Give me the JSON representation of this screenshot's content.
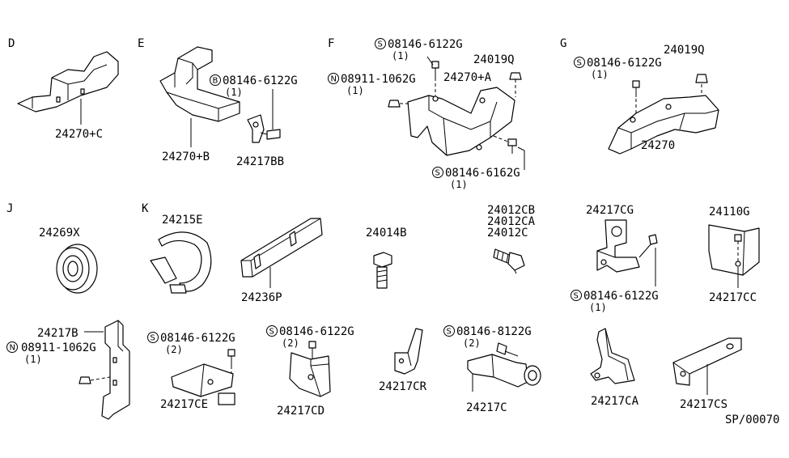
{
  "sections": {
    "D": "D",
    "E": "E",
    "F": "F",
    "G": "G",
    "J": "J",
    "K": "K"
  },
  "parts": {
    "p24270c": "24270+C",
    "p24270b": "24270+B",
    "p24217bb": "24217BB",
    "p24270a": "24270+A",
    "p24019q_f": "24019Q",
    "p24019q_g": "24019Q",
    "p24270": "24270",
    "p24269x": "24269X",
    "p24215e": "24215E",
    "p24236p": "24236P",
    "p24014b": "24014B",
    "p24012cb": "24012CB",
    "p24012ca": "24012CA",
    "p24012c": "24012C",
    "p24217cg": "24217CG",
    "p24110g": "24110G",
    "p24217cc": "24217CC",
    "p24217b": "24217B",
    "p24217ce": "24217CE",
    "p24217cd": "24217CD",
    "p24217cr": "24217CR",
    "p24217c": "24217C",
    "p24217ca": "24217CA",
    "p24217cs": "24217CS"
  },
  "fasteners": {
    "e_b": {
      "prefix": "B",
      "number": "08146-6122G",
      "qty": "(1)"
    },
    "f_s1": {
      "prefix": "S",
      "number": "08146-6122G",
      "qty": "(1)"
    },
    "f_n": {
      "prefix": "N",
      "number": "08911-1062G",
      "qty": "(1)"
    },
    "f_s2": {
      "prefix": "S",
      "number": "08146-6162G",
      "qty": "(1)"
    },
    "g_s": {
      "prefix": "S",
      "number": "08146-6122G",
      "qty": "(1)"
    },
    "cg_s": {
      "prefix": "S",
      "number": "08146-6122G",
      "qty": "(1)"
    },
    "b_n": {
      "prefix": "N",
      "number": "08911-1062G",
      "qty": "(1)"
    },
    "ce_s": {
      "prefix": "S",
      "number": "08146-6122G",
      "qty": "(2)"
    },
    "cd_s": {
      "prefix": "S",
      "number": "08146-6122G",
      "qty": "(2)"
    },
    "c_s": {
      "prefix": "S",
      "number": "08146-8122G",
      "qty": "(2)"
    }
  },
  "diagram_code": "SP/00070"
}
